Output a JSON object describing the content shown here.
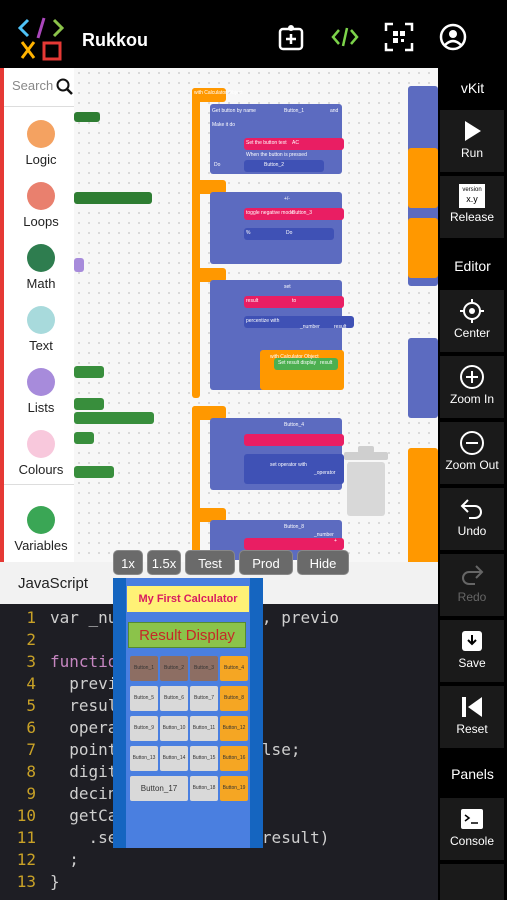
{
  "app": {
    "title": "Rukkou"
  },
  "topbar": {
    "icons": [
      "logo-icon",
      "puzzle-icon",
      "code-icon",
      "qr-scan-icon",
      "account-icon"
    ]
  },
  "palette": {
    "search_placeholder": "Search",
    "categories": [
      {
        "label": "Logic",
        "color": "#f4a261"
      },
      {
        "label": "Loops",
        "color": "#e9806e"
      },
      {
        "label": "Math",
        "color": "#2e7d4f"
      },
      {
        "label": "Text",
        "color": "#a8dadc"
      },
      {
        "label": "Lists",
        "color": "#a78bdb"
      },
      {
        "label": "Colours",
        "color": "#f8c8dc"
      },
      {
        "label": "Variables",
        "color": "#3aa655"
      }
    ]
  },
  "workspace": {
    "snippets": [
      "with Calculator Object",
      "Get button by name",
      "Button_1",
      "and",
      "Make it do",
      "Set the button text",
      "AC",
      "When the button is pressed",
      "Do",
      "Button_2",
      "+/-",
      "toggle negative mode",
      "Button_3",
      "%",
      "Do",
      "set",
      "result",
      "to",
      "percentize with",
      "_number",
      "result",
      "with Calculator Object",
      "Set result display",
      "result",
      "Button_4",
      "set operator with",
      "_operator",
      "Button_8",
      "_number",
      "+"
    ]
  },
  "vkit": {
    "heading": "vKit",
    "buttons": [
      {
        "label": "Run",
        "icon": "play-icon"
      },
      {
        "label": "Release",
        "icon": "version-icon",
        "badge": "version",
        "badge2": "x.y"
      }
    ]
  },
  "editor_panel": {
    "heading": "Editor",
    "buttons": [
      {
        "label": "Center",
        "icon": "crosshair-icon"
      },
      {
        "label": "Zoom In",
        "icon": "zoom-in-icon"
      },
      {
        "label": "Zoom Out",
        "icon": "zoom-out-icon"
      },
      {
        "label": "Undo",
        "icon": "undo-icon"
      },
      {
        "label": "Redo",
        "icon": "redo-icon"
      },
      {
        "label": "Save",
        "icon": "save-icon"
      },
      {
        "label": "Reset",
        "icon": "reset-icon"
      }
    ]
  },
  "panels": {
    "heading": "Panels",
    "buttons": [
      {
        "label": "Console",
        "icon": "console-icon"
      }
    ]
  },
  "code": {
    "tab": "JavaScript",
    "lines": [
      {
        "n": "1",
        "text": "var _number, _operator, previo"
      },
      {
        "n": "2",
        "text": ""
      },
      {
        "n": "3",
        "text": "function"
      },
      {
        "n": "4",
        "text": "  previ"
      },
      {
        "n": "5",
        "text": "  resul"
      },
      {
        "n": "6",
        "text": "  opera"
      },
      {
        "n": "7",
        "text": "  point              alse;"
      },
      {
        "n": "8",
        "text": "  digit"
      },
      {
        "n": "9",
        "text": "  decin"
      },
      {
        "n": "10",
        "text": "  getCa"
      },
      {
        "n": "11",
        "text": "    .setResultDisplay(result)"
      },
      {
        "n": "12",
        "text": "  ;"
      },
      {
        "n": "13",
        "text": "}"
      }
    ]
  },
  "zoombar": {
    "buttons": [
      "1x",
      "1.5x",
      "Test",
      "Prod",
      "Hide"
    ]
  },
  "preview": {
    "title": "My First Calculator",
    "display": "Result Display",
    "buttons": [
      {
        "label": "Button_1",
        "color": "#8d6e63"
      },
      {
        "label": "Button_2",
        "color": "#8d6e63"
      },
      {
        "label": "Button_3",
        "color": "#8d6e63"
      },
      {
        "label": "Button_4",
        "color": "#f5a623"
      },
      {
        "label": "Button_5",
        "color": "#d9d9d9"
      },
      {
        "label": "Button_6",
        "color": "#d9d9d9"
      },
      {
        "label": "Button_7",
        "color": "#d9d9d9"
      },
      {
        "label": "Button_8",
        "color": "#f5a623"
      },
      {
        "label": "Button_9",
        "color": "#d9d9d9"
      },
      {
        "label": "Button_10",
        "color": "#d9d9d9"
      },
      {
        "label": "Button_11",
        "color": "#d9d9d9"
      },
      {
        "label": "Button_12",
        "color": "#f5a623"
      },
      {
        "label": "Button_13",
        "color": "#d9d9d9"
      },
      {
        "label": "Button_14",
        "color": "#d9d9d9"
      },
      {
        "label": "Button_15",
        "color": "#d9d9d9"
      },
      {
        "label": "Button_16",
        "color": "#f5a623"
      },
      {
        "label": "Button_17",
        "color": "#d9d9d9"
      },
      {
        "label": "Button_18",
        "color": "#d9d9d9"
      },
      {
        "label": "Button_19",
        "color": "#f5a623"
      }
    ]
  }
}
